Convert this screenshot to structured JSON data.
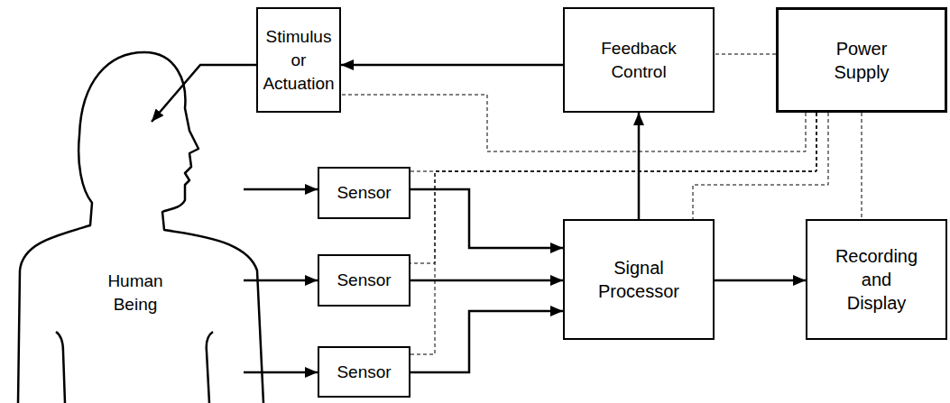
{
  "diagram": {
    "nodes": [
      {
        "text": [
          "Stimulus or Actuation"
        ]
      },
      {
        "text": [
          "Feedback Control"
        ]
      },
      {
        "text": [
          "Power Supply"
        ]
      },
      {
        "text": [
          "Human Being"
        ]
      },
      {
        "text": [
          "Sensor"
        ]
      },
      {
        "text": [
          "Sensor"
        ]
      },
      {
        "text": [
          "Sensor"
        ]
      },
      {
        "text": [
          "Signal Processor"
        ]
      },
      {
        "text": [
          "Recording and Display"
        ]
      }
    ],
    "edges": [
      {
        "from": 1,
        "to": 0,
        "arrow": "to"
      },
      {
        "from": 0,
        "to": 3,
        "arrow": "to"
      },
      {
        "from": 3,
        "to": 4,
        "arrow": "to"
      },
      {
        "from": 3,
        "to": 5,
        "arrow": "to"
      },
      {
        "from": 3,
        "to": 6,
        "arrow": "to"
      },
      {
        "from": 4,
        "to": 7,
        "arrow": "to"
      },
      {
        "from": 5,
        "to": 7,
        "arrow": "to"
      },
      {
        "from": 6,
        "to": 7,
        "arrow": "to"
      },
      {
        "from": 7,
        "to": 1,
        "arrow": "to"
      },
      {
        "from": 7,
        "to": 8,
        "arrow": "to"
      },
      {
        "from": 2,
        "to": 1,
        "arrow": "none"
      },
      {
        "from": 2,
        "to": 0,
        "arrow": "none"
      },
      {
        "from": 2,
        "to": 4,
        "arrow": "none"
      },
      {
        "from": 2,
        "to": 5,
        "arrow": "none"
      },
      {
        "from": 2,
        "to": 6,
        "arrow": "none"
      },
      {
        "from": 2,
        "to": 7,
        "arrow": "none"
      },
      {
        "from": 2,
        "to": 8,
        "arrow": "none"
      }
    ]
  }
}
